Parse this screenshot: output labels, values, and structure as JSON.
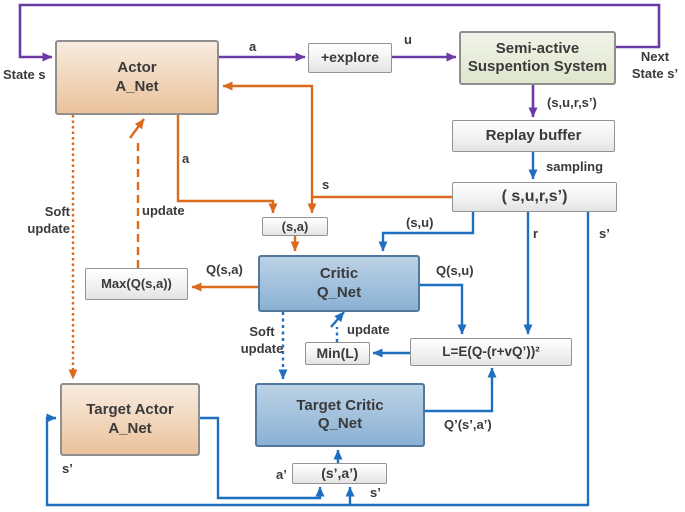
{
  "colors": {
    "purple": "#6b3aa5",
    "orange": "#dc6a1e",
    "blue": "#1f6fc0",
    "ink": "#3a3a3a",
    "actor_top": "#f8ecdf",
    "actor_bottom": "#eac29b",
    "critic_top": "#bcd2e6",
    "critic_bottom": "#8ab1d4",
    "critic_border": "#52789b",
    "system_top": "#f1f4e8",
    "system_bottom": "#dee6cd",
    "box_border": "#939393"
  },
  "nodes": {
    "actor": {
      "line1": "Actor",
      "line2": "A_Net"
    },
    "explore": {
      "label": "+explore"
    },
    "system": {
      "line1": "Semi-active",
      "line2": "Suspention System"
    },
    "replay": {
      "label": "Replay buffer"
    },
    "sample_tuple": {
      "label": "( s,u,r,s’)"
    },
    "sa": {
      "label": "(s,a)"
    },
    "critic": {
      "line1": "Critic",
      "line2": "Q_Net"
    },
    "max": {
      "label": "Max(Q(s,a))"
    },
    "min": {
      "label": "Min(L)"
    },
    "loss": {
      "label": "L=E(Q-(r+vQ’))²"
    },
    "target_actor": {
      "line1": "Target Actor",
      "line2": "A_Net"
    },
    "target_critic": {
      "line1": "Target Critic",
      "line2": "Q_Net"
    },
    "spa": {
      "label": "(s’,a’)"
    }
  },
  "edge_labels": {
    "state_s": "State s",
    "a_out": "a",
    "u": "u",
    "next1": "Next",
    "next2": "State s’",
    "surs": "(s,u,r,s’)",
    "sampling": "sampling",
    "s_branch": "s",
    "a_branch": "a",
    "su": "(s,u)",
    "qsa": "Q(s,a)",
    "qsu": "Q(s,u)",
    "r": "r",
    "s_prime_right": "s’",
    "actor_update": "update",
    "actor_soft1": "Soft",
    "actor_soft2": "update",
    "critic_soft1": "Soft",
    "critic_soft2": "update",
    "critic_update": "update",
    "q_prime": "Q’(s’,a’)",
    "a_prime": "a’",
    "s_prime_input": "s’",
    "s_prime_left": "s’"
  }
}
